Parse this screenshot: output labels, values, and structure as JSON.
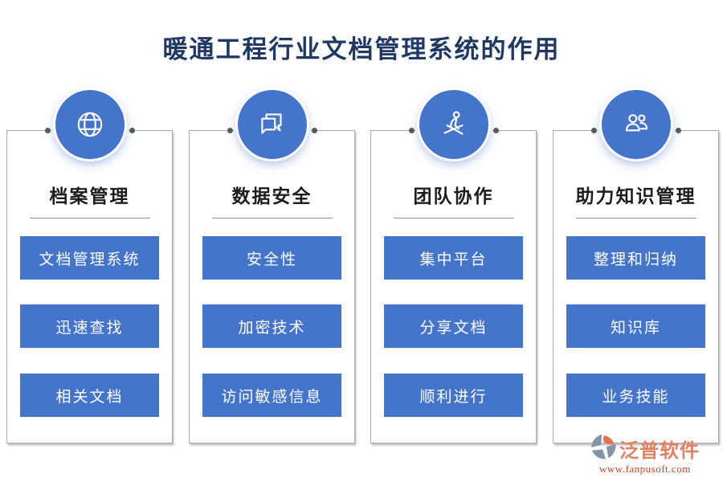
{
  "page": {
    "title": "暖通工程行业文档管理系统的作用"
  },
  "columns": [
    {
      "icon": "globe-icon",
      "title": "档案管理",
      "items": [
        "文档管理系统",
        "迅速查找",
        "相关文档"
      ]
    },
    {
      "icon": "chat-bubbles-icon",
      "title": "数据安全",
      "items": [
        "安全性",
        "加密技术",
        "访问敏感信息"
      ]
    },
    {
      "icon": "person-activity-icon",
      "title": "团队协作",
      "items": [
        "集中平台",
        "分享文档",
        "顺利进行"
      ]
    },
    {
      "icon": "users-icon",
      "title": "助力知识管理",
      "items": [
        "整理和归纳",
        "知识库",
        "业务技能"
      ]
    }
  ],
  "footer": {
    "brand": "泛普软件",
    "url": "www.fanpusoft.com"
  },
  "colors": {
    "accent_blue": "#4575CA",
    "title_navy": "#1F3864",
    "card_border_gray": "#a9a9a9",
    "brand_orange": "#DE8263",
    "brand_url_orange": "#C9441F"
  }
}
